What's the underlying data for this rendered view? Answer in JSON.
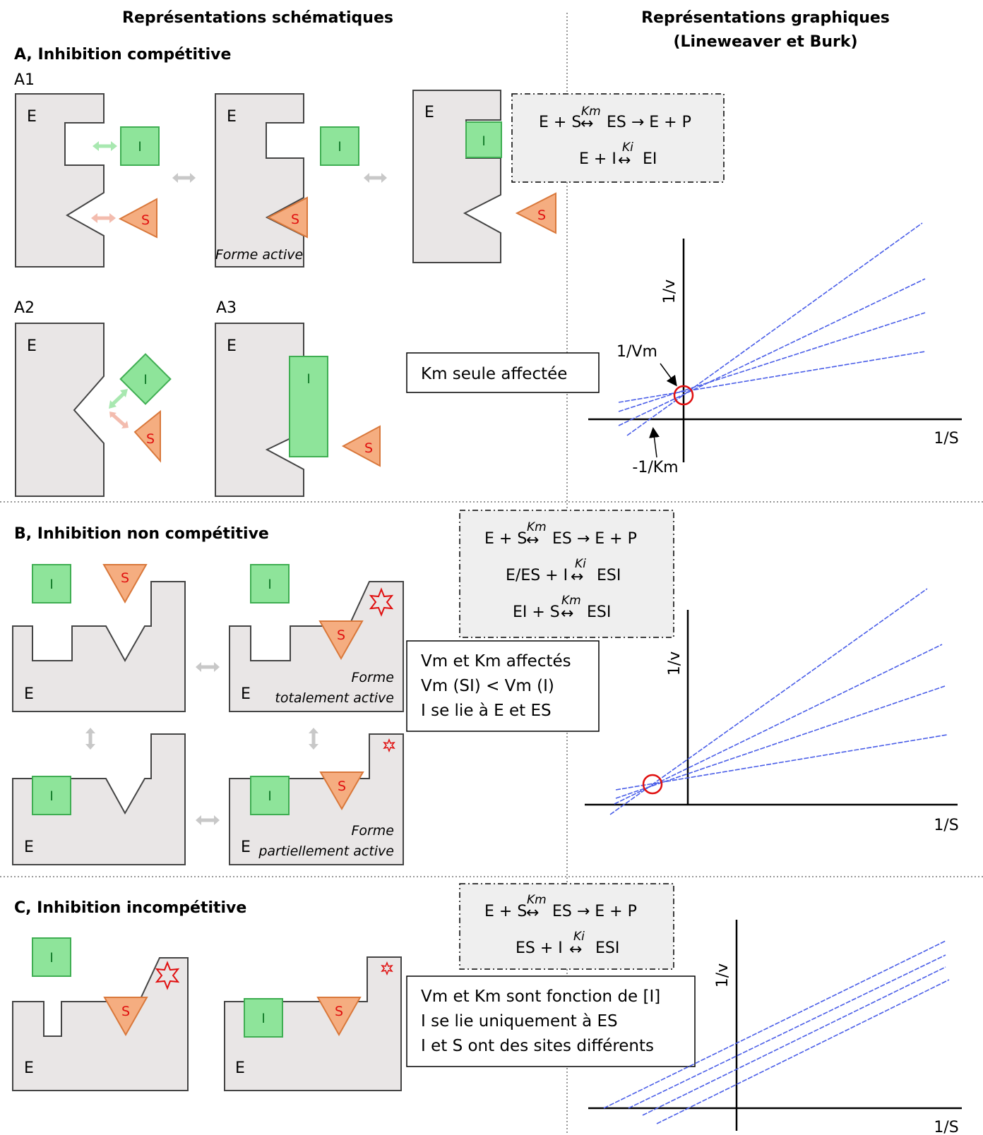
{
  "headers": {
    "left": "Représentations schématiques",
    "right_line1": "Représentations graphiques",
    "right_line2": "(Lineweaver et Burk)"
  },
  "sections": {
    "a": {
      "title": "A, Inhibition compétitive",
      "sub_a1": "A1",
      "sub_a2": "A2",
      "sub_a3": "A3",
      "active_form": "Forme active",
      "eq1_left": "E + S",
      "eq1_right": "ES → E + P",
      "eq1_k": "Km",
      "eq2_left": "E + I",
      "eq2_right": "EI",
      "eq2_k": "Ki",
      "note": "Km seule affectée",
      "label_vm": "1/Vm",
      "label_km": "-1/Km"
    },
    "b": {
      "title": "B, Inhibition non compétitive",
      "eq1_left": "E + S",
      "eq1_right": "ES → E + P",
      "eq1_k": "Km",
      "eq2_left": "E/ES + I",
      "eq2_right": "ESI",
      "eq2_k": "Ki",
      "eq3_left": "EI + S",
      "eq3_right": "ESI",
      "eq3_k": "Km",
      "form_total_1": "Forme",
      "form_total_2": "totalement active",
      "form_partial_1": "Forme",
      "form_partial_2": "partiellement active",
      "note_1": "Vm et Km affectés",
      "note_2": "Vm (SI) < Vm (I)",
      "note_3": "I se lie à E et ES"
    },
    "c": {
      "title": "C, Inhibition incompétitive",
      "eq1_left": "E + S",
      "eq1_right": "ES → E + P",
      "eq1_k": "Km",
      "eq2_left": "ES + I",
      "eq2_right": "ESI",
      "eq2_k": "Ki",
      "note_1": "Vm et Km sont fonction de [I]",
      "note_2": "I se lie uniquement à ES",
      "note_3": "I et S ont des sites différents"
    }
  },
  "molecules": {
    "enzyme": "E",
    "inhibitor": "I",
    "substrate": "S"
  },
  "axes": {
    "y": "1/v",
    "x": "1/S"
  },
  "colors": {
    "enzyme": "#e9e6e6",
    "inhibitor": "#8ee49a",
    "substrate": "#f5ad80",
    "plot_lines": "#4a5ee8",
    "highlight": "#e01010"
  }
}
